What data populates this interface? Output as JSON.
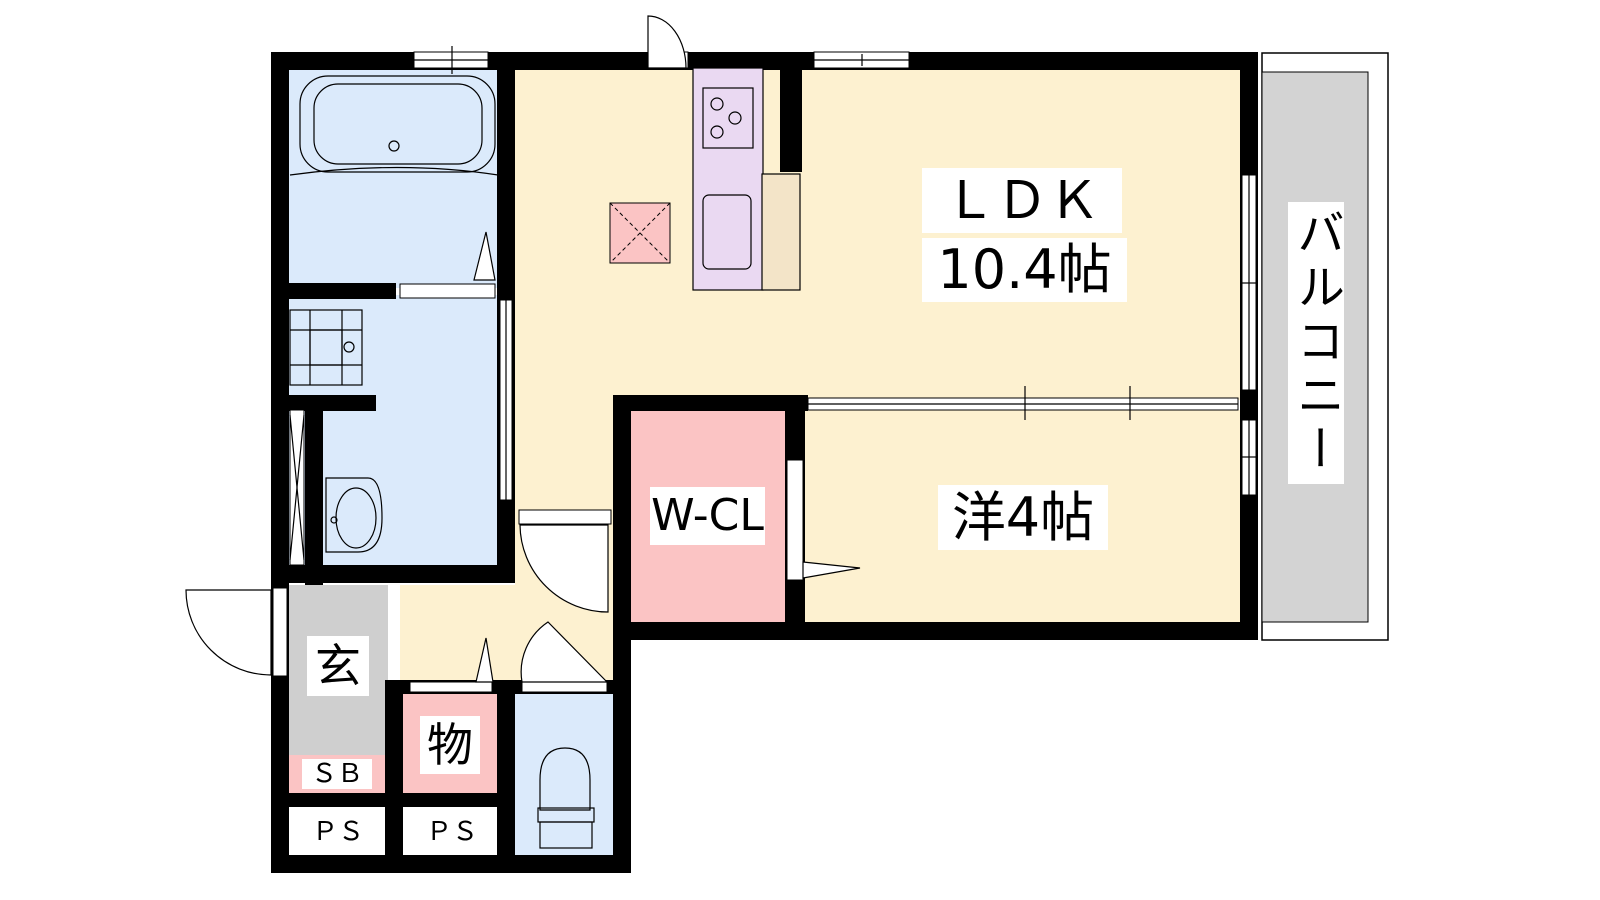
{
  "rooms": {
    "ldk_name": "ＬＤＫ",
    "ldk_size": "10.4帖",
    "western_room": "洋4帖",
    "walk_in_closet": "W-CL",
    "balcony": "バルコニー",
    "entrance": "玄",
    "storage": "物",
    "shoe_box": "ＳＢ",
    "pipe_space_left": "ＰＳ",
    "pipe_space_right": "ＰＳ"
  },
  "colors": {
    "wall": "#000000",
    "floor": "#fdf1d0",
    "wet_area": "#dbeafb",
    "closet": "#fbc4c4",
    "kitchen": "#ead9f2",
    "counter": "#f3e4c8",
    "entrance": "#cfcfcf",
    "balcony": "#d3d3d3"
  }
}
